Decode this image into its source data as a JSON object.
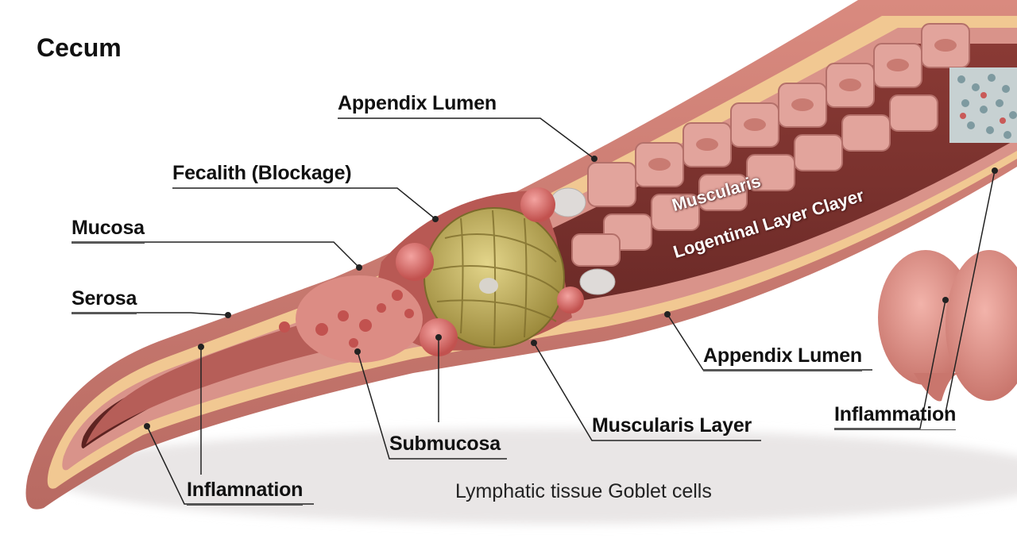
{
  "title": "Cecum",
  "labels": {
    "appendix_lumen_top": "Appendix Lumen",
    "fecalith": "Fecalith (Blockage)",
    "mucosa": "Mucosa",
    "serosa": "Serosa",
    "appendix_lumen_right": "Appendix Lumen",
    "muscularis_layer": "Muscularis Layer",
    "submucosa": "Submucosa",
    "inflammation_left": "Inflamnation",
    "inflammation_right": "Inflammation",
    "lymphatic": "Lymphatic tissue Goblet cells",
    "muscularis_inner": "Muscularis",
    "longitudinal_inner": "Logentinal Layer Clayer"
  },
  "colors": {
    "tissue_outer": "#c97b72",
    "tissue_inner": "#e9a59a",
    "fat_layer": "#f1c892",
    "lumen_dark": "#5b2220",
    "fecalith": "#c7b25d",
    "text": "#111111"
  }
}
